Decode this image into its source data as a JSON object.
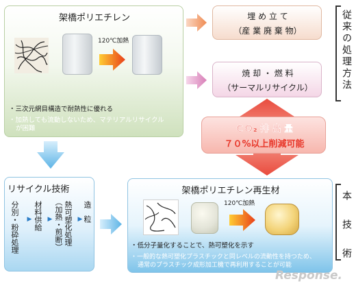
{
  "conventional": {
    "title": "架橋ポリエチレン",
    "heat_label": "120℃加熱",
    "notes": [
      "・三次元網目構造で耐熱性に優れる",
      "・加熱しても流動しないため、マテリアルリサイクル",
      "が困難"
    ],
    "landfill": [
      "埋 め 立 て",
      "（産 業 廃 棄 物）"
    ],
    "incineration": [
      "焼 却 ・ 燃 料",
      "（サーマルリサイクル）"
    ]
  },
  "co2": {
    "line1": "ＣＯ₂ 排 出 量",
    "line2": "７０%以上削減可能"
  },
  "recycle": {
    "title": "リサイクル技術",
    "steps": [
      "分別・粉砕処理",
      "材料供給",
      "熱可塑化処理",
      "（加熱・煎断）",
      "造粒"
    ]
  },
  "regenerated": {
    "title": "架橋ポリエチレン再生材",
    "heat_label": "120℃加熱",
    "notes": [
      "・低分子量化することで、熱可塑化を示す",
      "・一般的な熱可塑化プラスチックと同レベルの流動性を持つため、",
      "通常のプラスチック成形加工機で再利用することが可能"
    ]
  },
  "sidebar": {
    "top": "従来の処理方法",
    "bottom": "本 技 術"
  },
  "watermark": "Response."
}
